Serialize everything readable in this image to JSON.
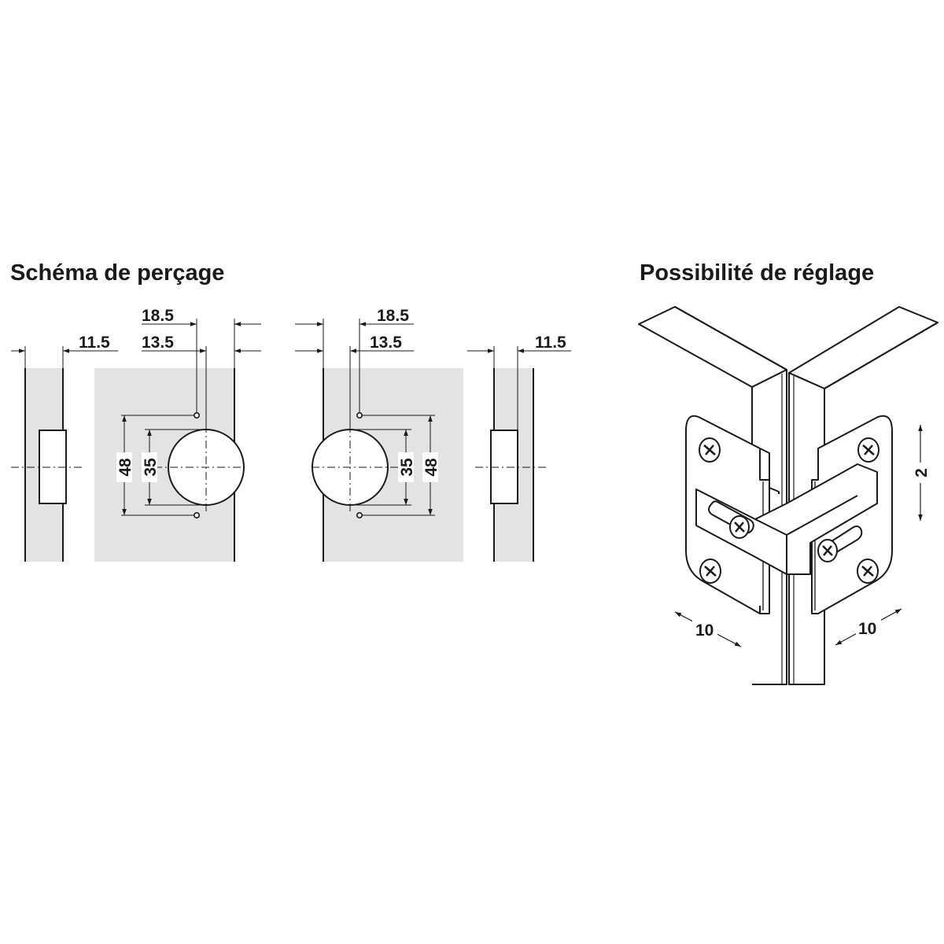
{
  "titles": {
    "drilling_scheme": "Schéma de perçage",
    "adjustment": "Possibilité de réglage"
  },
  "dimensions": {
    "d18_5": "18.5",
    "d13_5": "13.5",
    "d11_5": "11.5",
    "d48": "48",
    "d35": "35",
    "d2": "2",
    "d10": "10"
  },
  "colors": {
    "panel_fill": "#e3e3e4",
    "line": "#1a1a1a",
    "hinge_fill": "#ffffff"
  }
}
